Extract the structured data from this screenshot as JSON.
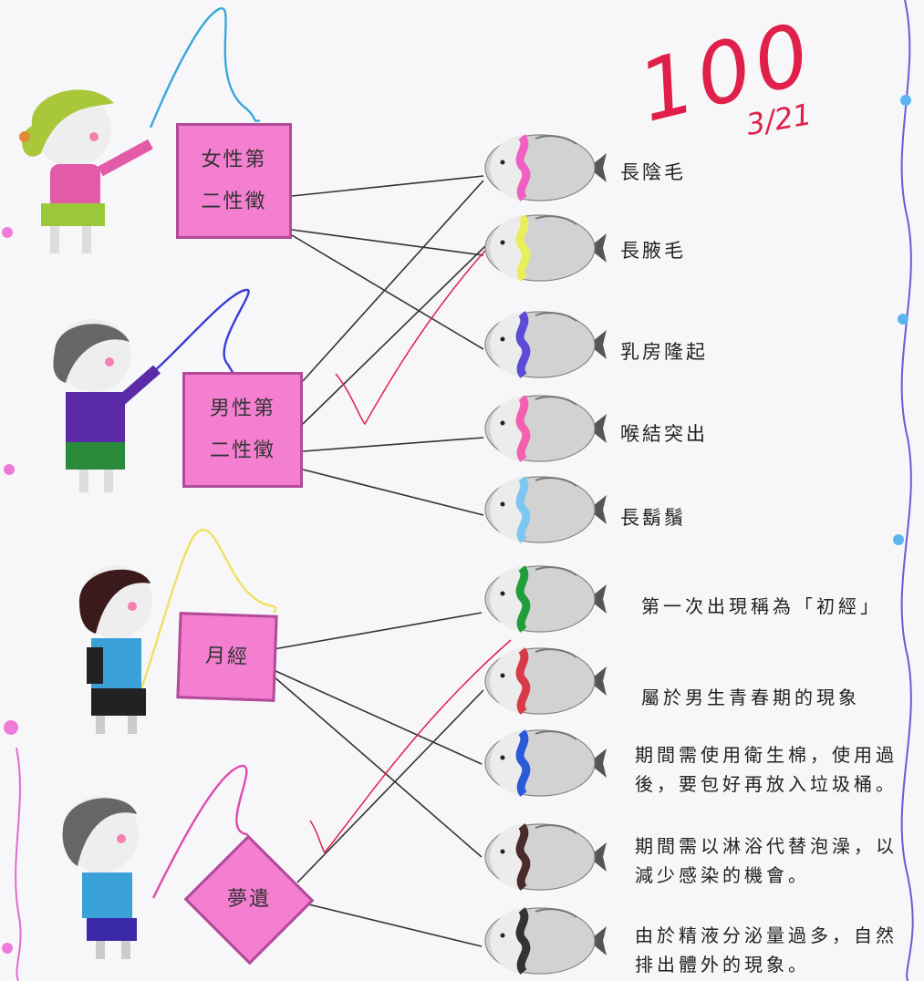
{
  "score": {
    "value": "100",
    "date": "3/21"
  },
  "signs": {
    "female": [
      "女性第",
      "二性徵"
    ],
    "male": [
      "男性第",
      "二性徵"
    ],
    "menstruation": [
      "月經"
    ],
    "wet_dream": [
      "夢遺"
    ]
  },
  "fish_labels": [
    "長陰毛",
    "長腋毛",
    "乳房隆起",
    "喉結突出",
    "長鬍鬚"
  ],
  "descriptions": [
    [
      "第一次出現稱為「初經」"
    ],
    [
      "屬於男生青春期的現象"
    ],
    [
      "期間需使用衛生棉，使用過",
      "後，要包好再放入垃圾桶。"
    ],
    [
      "期間需以淋浴代替泡澡，以",
      "減少感染的機會。"
    ],
    [
      "由於精液分泌量過多，自然",
      "排出體外的現象。"
    ]
  ],
  "fish_stripe_colors": [
    "#f25fc4",
    "#e8ef5a",
    "#5b4bd6",
    "#f45fb2",
    "#7cc6f2",
    "#1f9e3a",
    "#d83a4a",
    "#2b5ad8",
    "#4a2a2a",
    "#333333"
  ],
  "colors": {
    "sign_fill": "#f47fd0",
    "ink": "#222222",
    "red_pen": "#e0204a"
  }
}
